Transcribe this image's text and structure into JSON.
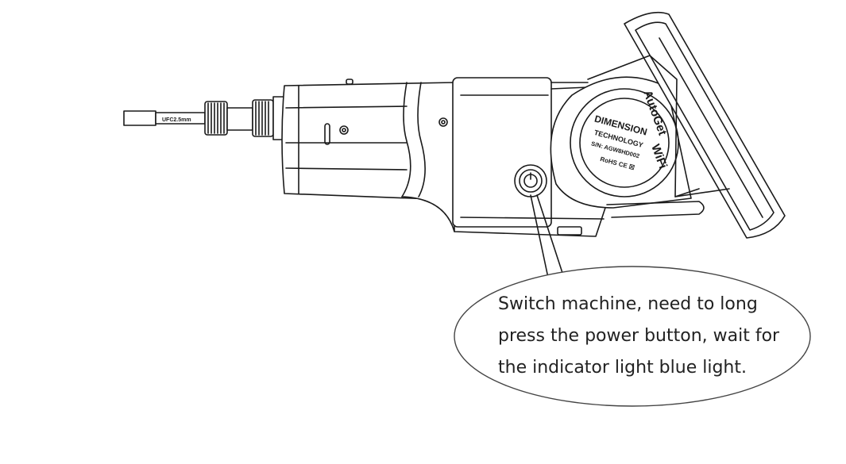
{
  "callout": {
    "lines": [
      "Switch machine, need to long",
      "press the power button, wait for",
      "the indicator light blue light."
    ]
  },
  "device": {
    "bit_marking": "UFC2.5mm",
    "label": {
      "brand": "DIMENSION",
      "subbrand": "TECHNOLOGY",
      "serial": "S/N: AGW8HD002",
      "certs": "RoHS  CE  ☒",
      "product_line1": "AutoGet",
      "product_line2": "WiFi"
    }
  },
  "colors": {
    "line": "#1a1a1a",
    "background": "#ffffff",
    "callout_text": "#222222"
  }
}
